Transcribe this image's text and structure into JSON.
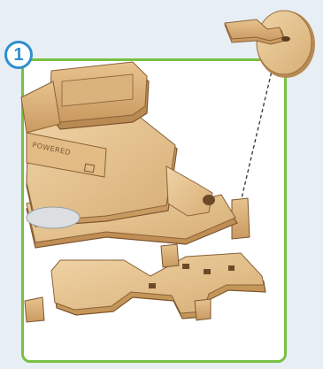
{
  "step": {
    "number": "1"
  },
  "part": {
    "engraving": "POWERED"
  },
  "colors": {
    "panel_border": "#79c043",
    "badge_ring": "#2f8fd0",
    "wood_light": "#e9c998",
    "wood_mid": "#d4a86c",
    "wood_dark": "#8a6238"
  },
  "icons": [
    "step-number-badge",
    "dashed-guide-line",
    "wooden-bracket-part"
  ]
}
